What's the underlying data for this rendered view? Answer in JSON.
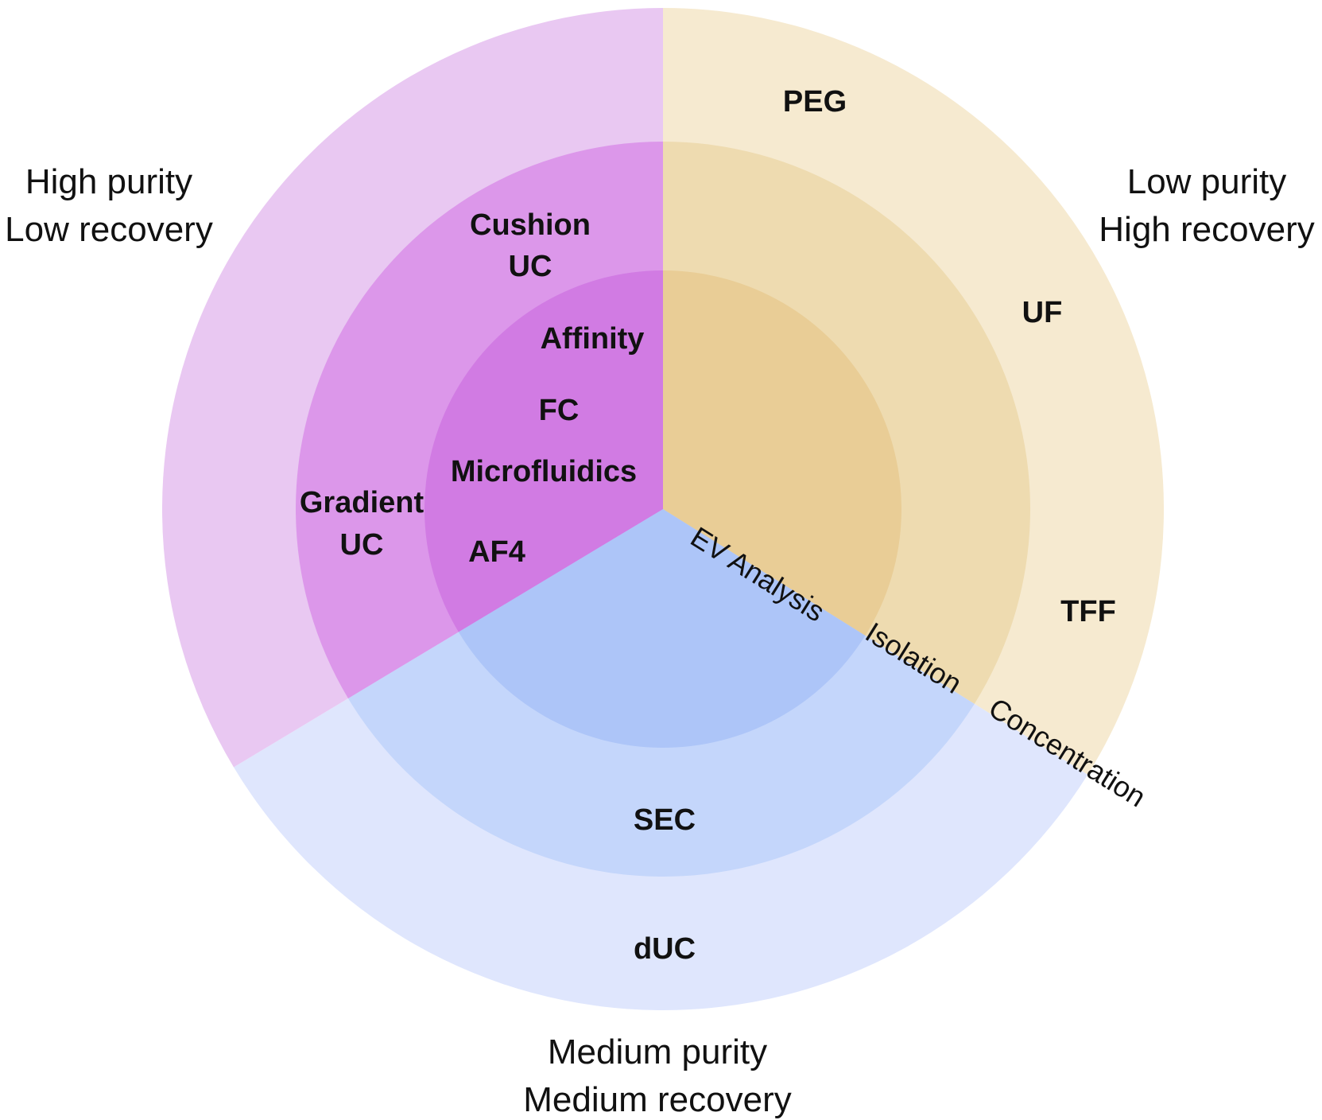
{
  "colors": {
    "purple": [
      "#e9c8f2",
      "#dc97ea",
      "#d17be3"
    ],
    "tan": [
      "#f6ead0",
      "#eedbb0",
      "#e9cd96"
    ],
    "blue": [
      "#dfe6fd",
      "#c4d6fb",
      "#adc5f8"
    ]
  },
  "sectors": {
    "high_purity": {
      "line1": "High purity",
      "line2": "Low recovery"
    },
    "low_purity": {
      "line1": "Low purity",
      "line2": "High recovery"
    },
    "medium_purity": {
      "line1": "Medium purity",
      "line2": "Medium recovery"
    }
  },
  "rings": {
    "inner": "EV Analysis",
    "middle": "Isolation",
    "outer": "Concentration"
  },
  "methods": {
    "peg": "PEG",
    "uf": "UF",
    "tff": "TFF",
    "cushion_uc_1": "Cushion",
    "cushion_uc_2": "UC",
    "gradient_uc_1": "Gradient",
    "gradient_uc_2": "UC",
    "affinity": "Affinity",
    "fc": "FC",
    "microfluidics": "Microfluidics",
    "af4": "AF4",
    "sec": "SEC",
    "duc": "dUC"
  }
}
